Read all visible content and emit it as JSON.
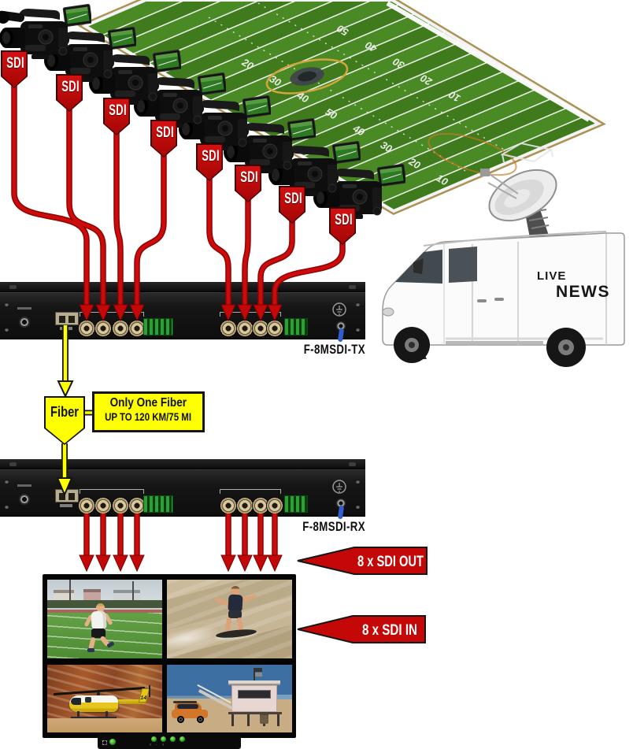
{
  "colors": {
    "cable_red": "#c20606",
    "tag_red": "#c40b0b",
    "fiber_yellow": "#feff00",
    "grass_light": "#4a8a24",
    "grass_dark": "#3f7a1c",
    "rack_black": "#161616",
    "terminal_green": "#2da035"
  },
  "sdi_tags": [
    "SDI",
    "SDI",
    "SDI",
    "SDI",
    "SDI",
    "SDI",
    "SDI",
    "SDI"
  ],
  "field": {
    "near_numbers": [
      "20",
      "30",
      "40",
      "50",
      "40",
      "30",
      "20",
      "10"
    ],
    "far_numbers": [
      "50",
      "40",
      "30",
      "20",
      "10"
    ]
  },
  "devices": {
    "tx_label": "F-8MSDI-TX",
    "rx_label": "F-8MSDI-RX"
  },
  "fiber": {
    "tag": "Fiber",
    "note_title": "Only One Fiber",
    "note_sub": "UP TO 120 KM/75 MI"
  },
  "van": {
    "line1": "LIVE",
    "line2": "NEWS"
  },
  "flow_labels": {
    "sdi_out": "8 x SDI OUT",
    "sdi_in": "8 x SDI IN"
  },
  "monitor": {
    "helicopter_number": "14",
    "quadrants": [
      "boy-running-on-field",
      "boy-skimboarding",
      "fire-helicopter",
      "lifeguard-tower-beach"
    ]
  }
}
